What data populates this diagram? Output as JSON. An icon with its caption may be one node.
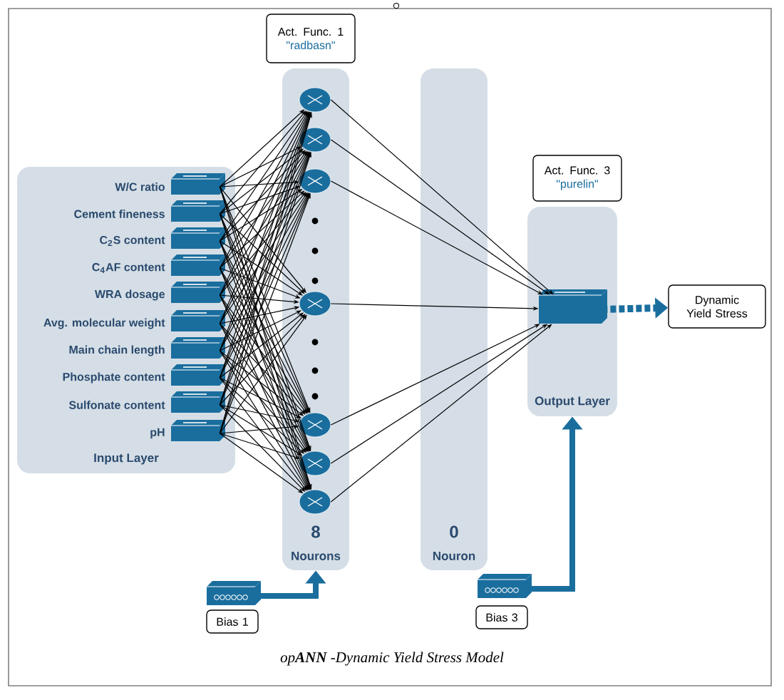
{
  "diagram": {
    "caption": "op**ANN** -Dynamic Yield Stress Model",
    "nodes": [
      {
        "text": [
          "Act. Func. 1",
          "\"radbasn\""
        ]
      },
      {
        "text": [
          "Input Layer"
        ]
      },
      {
        "text": [],
        "shape": "box",
        "in": 1,
        "beside": [
          "W/C ratio"
        ]
      },
      {
        "text": [],
        "shape": "box",
        "in": 1,
        "beside": [
          "Cement fineness"
        ]
      },
      {
        "text": [],
        "shape": "box",
        "in": 1,
        "beside": [
          "C$_{2}$S content"
        ]
      },
      {
        "text": [],
        "shape": "box",
        "in": 1,
        "beside": [
          "C$_{4}$AF content"
        ]
      },
      {
        "text": [],
        "shape": "box",
        "in": 1,
        "beside": [
          "WRA dosage"
        ]
      },
      {
        "text": [],
        "shape": "box",
        "in": 1,
        "beside": [
          "Avg. molecular weight"
        ]
      },
      {
        "text": [],
        "shape": "box",
        "in": 1,
        "beside": [
          "Main chain length"
        ]
      },
      {
        "text": [],
        "shape": "box",
        "in": 1,
        "beside": [
          "Phosphate content"
        ]
      },
      {
        "text": [],
        "shape": "box",
        "in": 1,
        "beside": [
          "Sulfonate content"
        ]
      },
      {
        "text": [],
        "shape": "box",
        "in": 1,
        "beside": [
          "pH"
        ]
      },
      {
        "text": [
          "8",
          "Nourons"
        ]
      },
      {
        "text": [],
        "shape": "circle",
        "in": 12
      },
      {
        "text": [],
        "shape": "circle",
        "in": 12
      },
      {
        "text": [],
        "shape": "circle",
        "in": 12
      },
      {
        "text": [],
        "shape": "circle",
        "in": 12
      },
      {
        "text": [],
        "shape": "circle",
        "in": 12
      },
      {
        "text": [],
        "shape": "circle",
        "in": 12
      },
      {
        "text": [],
        "shape": "circle",
        "in": 12
      },
      {
        "text": [
          "0",
          "Nouron"
        ]
      },
      {
        "text": [
          "Act. Func. 3",
          "\"purelin\""
        ]
      },
      {
        "text": [
          "Output Layer"
        ]
      },
      {
        "text": [],
        "shape": "box",
        "in": 22
      },
      {
        "text": [
          "Dynamic Yield Stress"
        ]
      },
      {
        "text": [
          "Bias 1"
        ]
      },
      {
        "text": [],
        "shape": "box"
      },
      {
        "text": [
          "Bias 3"
        ]
      },
      {
        "text": [],
        "shape": "box"
      }
    ],
    "edges": [
      {
        "from": 2,
        "to": 13,
        "arrow": "to"
      },
      {
        "from": 2,
        "to": 14,
        "arrow": "to"
      },
      {
        "from": 2,
        "to": 15,
        "arrow": "to"
      },
      {
        "from": 2,
        "to": 16,
        "arrow": "to"
      },
      {
        "from": 2,
        "to": 17,
        "arrow": "to"
      },
      {
        "from": 2,
        "to": 18,
        "arrow": "to"
      },
      {
        "from": 2,
        "to": 19,
        "arrow": "to"
      },
      {
        "from": 3,
        "to": 13,
        "arrow": "to"
      },
      {
        "from": 3,
        "to": 14,
        "arrow": "to"
      },
      {
        "from": 3,
        "to": 15,
        "arrow": "to"
      },
      {
        "from": 3,
        "to": 16,
        "arrow": "to"
      },
      {
        "from": 3,
        "to": 17,
        "arrow": "to"
      },
      {
        "from": 3,
        "to": 18,
        "arrow": "to"
      },
      {
        "from": 3,
        "to": 19,
        "arrow": "to"
      },
      {
        "from": 4,
        "to": 13,
        "arrow": "to"
      },
      {
        "from": 4,
        "to": 14,
        "arrow": "to"
      },
      {
        "from": 4,
        "to": 15,
        "arrow": "to"
      },
      {
        "from": 4,
        "to": 16,
        "arrow": "to"
      },
      {
        "from": 4,
        "to": 17,
        "arrow": "to"
      },
      {
        "from": 4,
        "to": 18,
        "arrow": "to"
      },
      {
        "from": 4,
        "to": 19,
        "arrow": "to"
      },
      {
        "from": 5,
        "to": 13,
        "arrow": "to"
      },
      {
        "from": 5,
        "to": 14,
        "arrow": "to"
      },
      {
        "from": 5,
        "to": 15,
        "arrow": "to"
      },
      {
        "from": 5,
        "to": 16,
        "arrow": "to"
      },
      {
        "from": 5,
        "to": 17,
        "arrow": "to"
      },
      {
        "from": 5,
        "to": 18,
        "arrow": "to"
      },
      {
        "from": 5,
        "to": 19,
        "arrow": "to"
      },
      {
        "from": 6,
        "to": 13,
        "arrow": "to"
      },
      {
        "from": 6,
        "to": 14,
        "arrow": "to"
      },
      {
        "from": 6,
        "to": 15,
        "arrow": "to"
      },
      {
        "from": 6,
        "to": 16,
        "arrow": "to"
      },
      {
        "from": 6,
        "to": 17,
        "arrow": "to"
      },
      {
        "from": 6,
        "to": 18,
        "arrow": "to"
      },
      {
        "from": 6,
        "to": 19,
        "arrow": "to"
      },
      {
        "from": 7,
        "to": 13,
        "arrow": "to"
      },
      {
        "from": 7,
        "to": 14,
        "arrow": "to"
      },
      {
        "from": 7,
        "to": 15,
        "arrow": "to"
      },
      {
        "from": 7,
        "to": 16,
        "arrow": "to"
      },
      {
        "from": 7,
        "to": 17,
        "arrow": "to"
      },
      {
        "from": 7,
        "to": 18,
        "arrow": "to"
      },
      {
        "from": 7,
        "to": 19,
        "arrow": "to"
      },
      {
        "from": 8,
        "to": 13,
        "arrow": "to"
      },
      {
        "from": 8,
        "to": 14,
        "arrow": "to"
      },
      {
        "from": 8,
        "to": 15,
        "arrow": "to"
      },
      {
        "from": 8,
        "to": 16,
        "arrow": "to"
      },
      {
        "from": 8,
        "to": 17,
        "arrow": "to"
      },
      {
        "from": 8,
        "to": 18,
        "arrow": "to"
      },
      {
        "from": 8,
        "to": 19,
        "arrow": "to"
      },
      {
        "from": 9,
        "to": 13,
        "arrow": "to"
      },
      {
        "from": 9,
        "to": 14,
        "arrow": "to"
      },
      {
        "from": 9,
        "to": 15,
        "arrow": "to"
      },
      {
        "from": 9,
        "to": 16,
        "arrow": "to"
      },
      {
        "from": 9,
        "to": 17,
        "arrow": "to"
      },
      {
        "from": 9,
        "to": 18,
        "arrow": "to"
      },
      {
        "from": 9,
        "to": 19,
        "arrow": "to"
      },
      {
        "from": 10,
        "to": 13,
        "arrow": "to"
      },
      {
        "from": 10,
        "to": 14,
        "arrow": "to"
      },
      {
        "from": 10,
        "to": 15,
        "arrow": "to"
      },
      {
        "from": 10,
        "to": 16,
        "arrow": "to"
      },
      {
        "from": 10,
        "to": 17,
        "arrow": "to"
      },
      {
        "from": 10,
        "to": 18,
        "arrow": "to"
      },
      {
        "from": 10,
        "to": 19,
        "arrow": "to"
      },
      {
        "from": 11,
        "to": 13,
        "arrow": "to"
      },
      {
        "from": 11,
        "to": 14,
        "arrow": "to"
      },
      {
        "from": 11,
        "to": 15,
        "arrow": "to"
      },
      {
        "from": 11,
        "to": 16,
        "arrow": "to"
      },
      {
        "from": 11,
        "to": 17,
        "arrow": "to"
      },
      {
        "from": 11,
        "to": 18,
        "arrow": "to"
      },
      {
        "from": 11,
        "to": 19,
        "arrow": "to"
      },
      {
        "from": 13,
        "to": 23,
        "arrow": "to"
      },
      {
        "from": 14,
        "to": 23,
        "arrow": "to"
      },
      {
        "from": 15,
        "to": 23,
        "arrow": "to"
      },
      {
        "from": 16,
        "to": 23,
        "arrow": "to"
      },
      {
        "from": 17,
        "to": 23,
        "arrow": "to"
      },
      {
        "from": 18,
        "to": 23,
        "arrow": "to"
      },
      {
        "from": 19,
        "to": 23,
        "arrow": "to"
      },
      {
        "from": 23,
        "to": 24,
        "arrow": "to",
        "style": "dashed",
        "color": "#1a6e9e"
      },
      {
        "from": 26,
        "to": 12,
        "arrow": "to",
        "style": "thick",
        "color": "#1a6e9e"
      },
      {
        "from": 28,
        "to": 22,
        "arrow": "to",
        "style": "thick",
        "color": "#1a6e9e"
      }
    ]
  }
}
